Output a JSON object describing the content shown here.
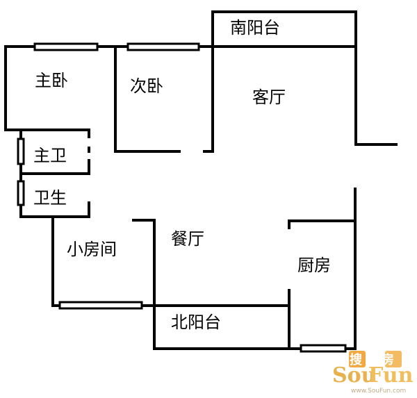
{
  "rooms": {
    "south_balcony": "南阳台",
    "master_bedroom": "主卧",
    "second_bedroom": "次卧",
    "living_room": "客厅",
    "master_bath": "主卫",
    "bathroom": "卫生",
    "small_room": "小房间",
    "dining_room": "餐厅",
    "kitchen": "厨房",
    "north_balcony": "北阳台"
  },
  "watermark": {
    "chinese": "搜房",
    "latin_sou": "Sou",
    "latin_fun": "Fun",
    "url": "www.SouFun.com",
    "colors": {
      "gold": "#e6a93a",
      "orange_box": "#f0a030"
    }
  }
}
